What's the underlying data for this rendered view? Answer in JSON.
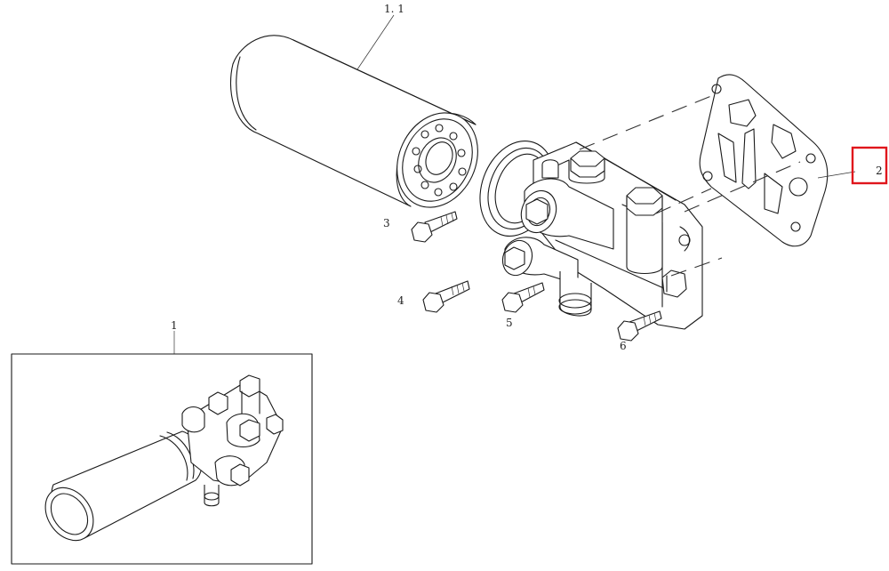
{
  "callouts": {
    "filter_cartridge": "1. 1",
    "gasket": "2",
    "bolt_3": "3",
    "bolt_4": "4",
    "bolt_5": "5",
    "bolt_6": "6",
    "assembly": "1"
  },
  "highlight": {
    "color": "#e0161c",
    "target": "gasket"
  }
}
